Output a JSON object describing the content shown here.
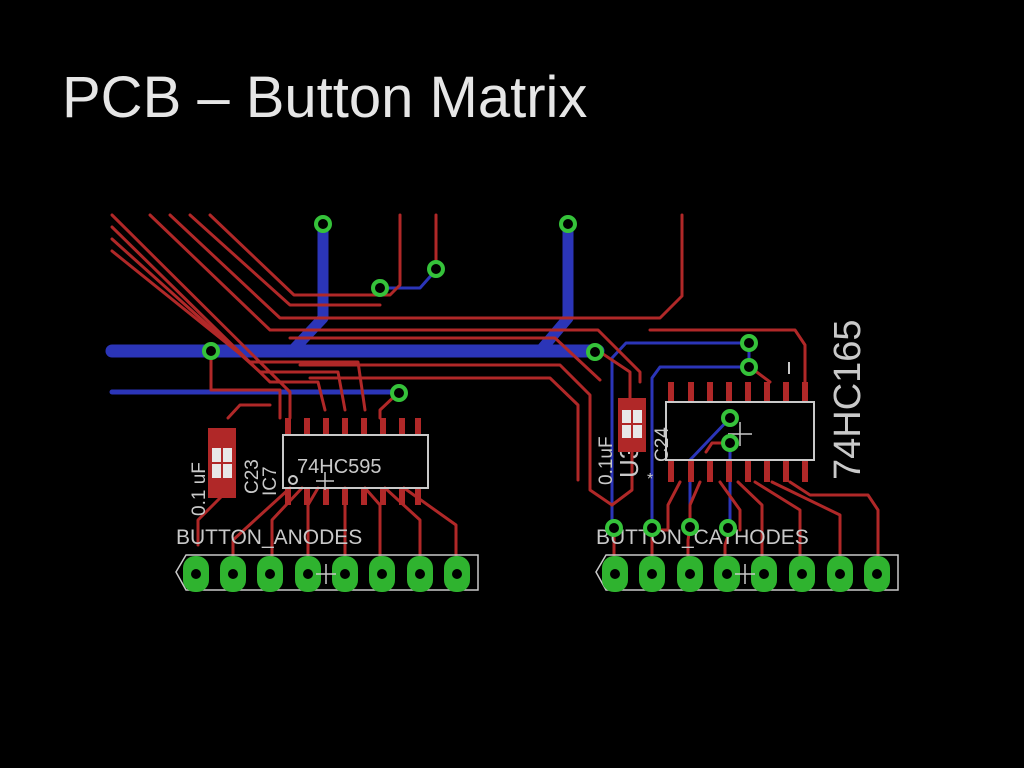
{
  "slide": {
    "title": "PCB – Button Matrix"
  },
  "colors": {
    "background": "#000000",
    "title_text": "#e6e6e6",
    "top_copper": "#b02828",
    "bottom_copper": "#2b35b8",
    "pad": "#2fb32f",
    "via_ring": "#35c23a",
    "silkscreen": "#c9c9c9"
  },
  "board": {
    "ic_left": {
      "part": "74HC595",
      "name": "IC7"
    },
    "ic_right": {
      "part": "74HC165",
      "name": "U3"
    },
    "cap_left": {
      "name": "C23",
      "value": "0.1 uF"
    },
    "cap_right": {
      "name": "C24",
      "value": "0.1uF"
    },
    "header_left": {
      "label": "BUTTON_ANODES"
    },
    "header_right": {
      "label": "BUTTON_CATHODES"
    },
    "pin_mark": "*"
  }
}
